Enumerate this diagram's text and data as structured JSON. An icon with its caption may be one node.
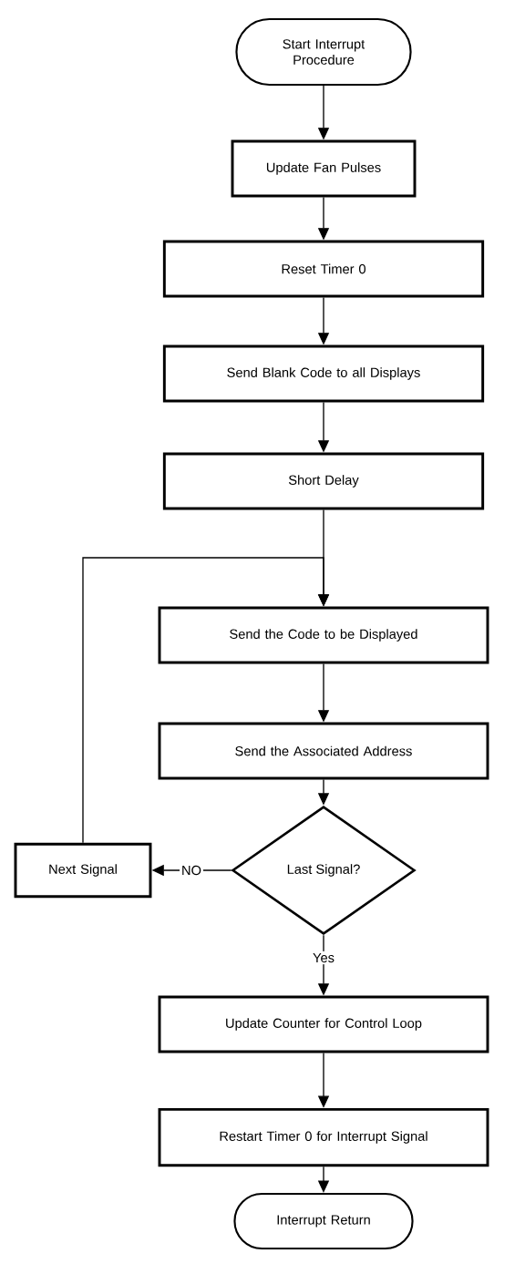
{
  "diagram": {
    "nodes": [
      {
        "text": [
          "Start Interrupt Procedure"
        ]
      },
      {
        "text": [
          "Update Fan Pulses"
        ]
      },
      {
        "text": [
          "Reset Timer 0"
        ]
      },
      {
        "text": [
          "Send Blank Code to all Displays"
        ]
      },
      {
        "text": [
          "Short Delay"
        ]
      },
      {
        "text": [
          "Send the Code to be Displayed"
        ]
      },
      {
        "text": [
          "Send the Associated Address"
        ]
      },
      {
        "text": [
          "Last Signal?"
        ]
      },
      {
        "text": [
          "Next Signal"
        ]
      },
      {
        "text": [
          "Update Counter for Control Loop"
        ]
      },
      {
        "text": [
          "Restart Timer 0 for Interrupt Signal"
        ]
      },
      {
        "text": [
          "Interrupt Return"
        ]
      }
    ],
    "edges": [
      {
        "from": 0,
        "to": 1,
        "arrow": "to"
      },
      {
        "from": 1,
        "to": 2,
        "arrow": "to"
      },
      {
        "from": 2,
        "to": 3,
        "arrow": "to"
      },
      {
        "from": 3,
        "to": 4,
        "arrow": "to"
      },
      {
        "from": 4,
        "to": 5,
        "arrow": "to"
      },
      {
        "from": 5,
        "to": 6,
        "arrow": "to"
      },
      {
        "from": 6,
        "to": 7,
        "arrow": "to"
      },
      {
        "from": 7,
        "to": 8,
        "arrow": "to",
        "label": "NO"
      },
      {
        "from": 7,
        "to": 9,
        "arrow": "to",
        "label": "Yes"
      },
      {
        "from": 8,
        "to": 5,
        "arrow": "to"
      },
      {
        "from": 9,
        "to": 10,
        "arrow": "to"
      },
      {
        "from": 10,
        "to": 11,
        "arrow": "to"
      }
    ]
  }
}
